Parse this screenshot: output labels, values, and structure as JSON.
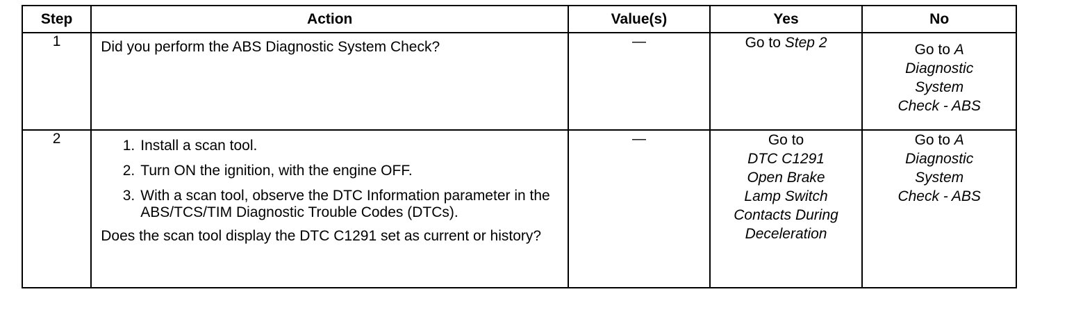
{
  "table": {
    "headers": {
      "step": "Step",
      "action": "Action",
      "values": "Value(s)",
      "yes": "Yes",
      "no": "No"
    },
    "rows": [
      {
        "step": "1",
        "question": "Did you perform the ABS Diagnostic System Check?",
        "value": "—",
        "yes": {
          "prefix": "Go to ",
          "link": "Step 2"
        },
        "no": {
          "prefix": "Go to ",
          "link_first": "A",
          "link_lines": [
            "Diagnostic",
            "System",
            "Check - ABS"
          ]
        }
      },
      {
        "step": "2",
        "steps": [
          "Install a scan tool.",
          "Turn ON the ignition, with the engine OFF.",
          "With a scan tool, observe the DTC Information parameter in the ABS/TCS/TIM Diagnostic Trouble Codes (DTCs)."
        ],
        "step_numbers": [
          "1.",
          "2.",
          "3."
        ],
        "question": "Does the scan tool display the DTC C1291 set as current or history?",
        "value": "—",
        "yes": {
          "prefix": "Go to",
          "link_lines": [
            "DTC C1291",
            "Open Brake",
            "Lamp Switch",
            "Contacts During",
            "Deceleration"
          ]
        },
        "no": {
          "prefix": "Go to ",
          "link_first": "A",
          "link_lines": [
            "Diagnostic",
            "System",
            "Check - ABS"
          ]
        }
      }
    ]
  }
}
